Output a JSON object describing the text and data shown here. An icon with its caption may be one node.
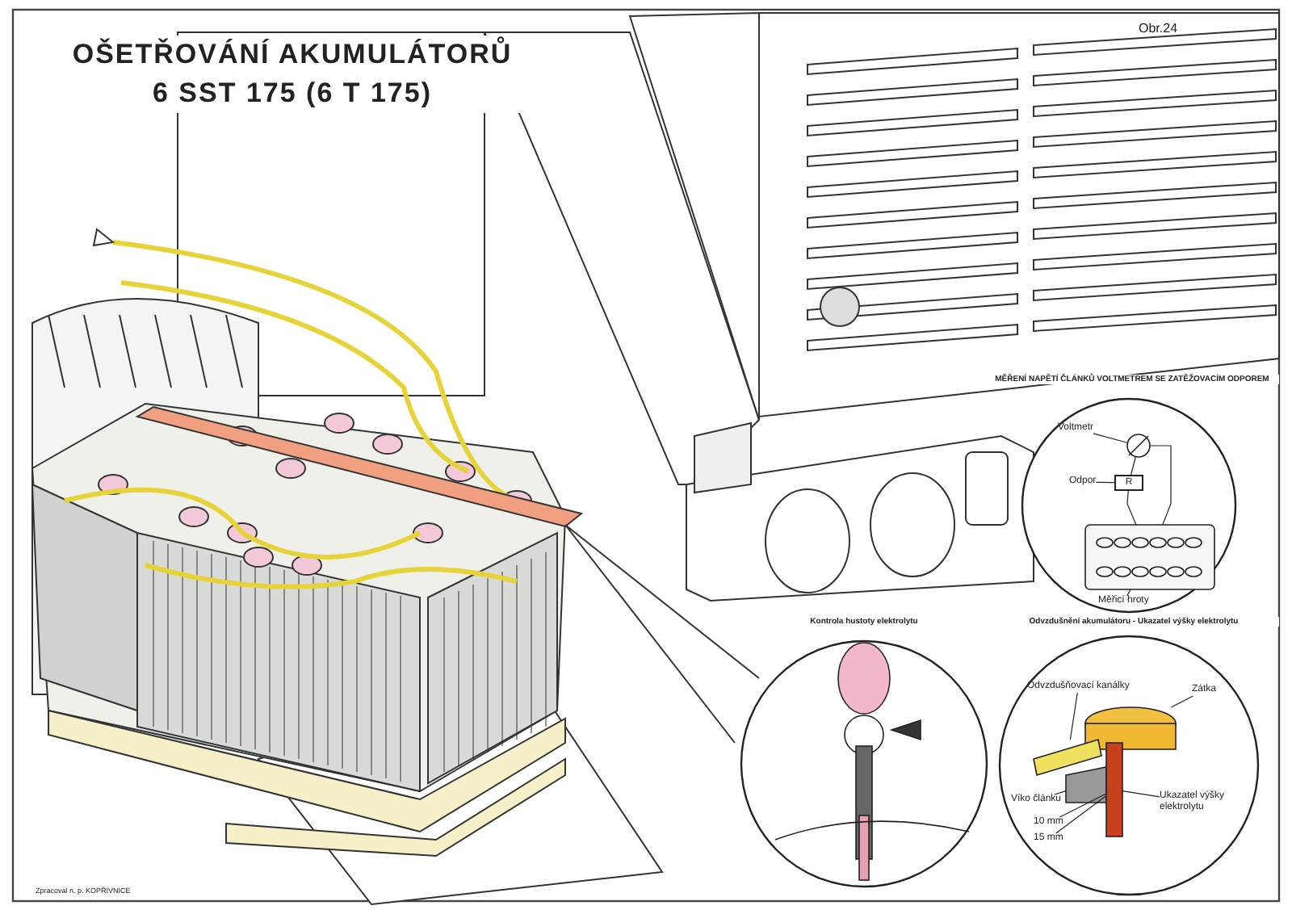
{
  "diagram": {
    "title": "OŠETŘOVÁNÍ AKUMULÁTORŮ 6 SST 175 (6 T 175)",
    "nodes": [
      {
        "text": [
          "MĚŘENÍ NAPĚTÍ ČLÁNKŮ VOLTMETREM SE ZATĚŽOVACÍM ODPOREM"
        ]
      },
      {
        "text": [
          "Voltmetr"
        ],
        "in": 0
      },
      {
        "text": [
          "Odpor"
        ],
        "in": 0
      },
      {
        "text": [
          "R"
        ],
        "in": 0
      },
      {
        "text": [
          "Měřicí hroty"
        ],
        "in": 0
      },
      {
        "text": [
          "Kontrola hustoty elektrolytu"
        ]
      },
      {
        "text": [
          "Odvzdušnění akumulátoru - Ukazatel výšky elektrolytu"
        ]
      },
      {
        "text": [
          "Zátka"
        ],
        "in": 6
      },
      {
        "text": [
          "Odvzdušňovací kanálky"
        ],
        "in": 6
      },
      {
        "text": [
          "Víko článku"
        ],
        "in": 6
      },
      {
        "text": [
          "Ukazatel výšky elektrolytu"
        ],
        "in": 6
      },
      {
        "text": [
          "10 mm"
        ],
        "in": 6
      },
      {
        "text": [
          "15 mm"
        ],
        "in": 6
      },
      {
        "text": [],
        "shape": "circle",
        "in": 0
      },
      {
        "text": [],
        "shape": "picture",
        "in": 0
      },
      {
        "text": [],
        "shape": "cylinder",
        "in": 6
      },
      {
        "text": [],
        "shape": "bar",
        "in": 6
      },
      {
        "text": [],
        "shape": "box",
        "in": 6
      },
      {
        "text": [],
        "shape": "bar",
        "in": 6
      }
    ],
    "edges": [
      {
        "from": 1,
        "to": 13,
        "arrow": "none"
      },
      {
        "from": 2,
        "to": 3,
        "arrow": "none"
      },
      {
        "from": 4,
        "to": 14,
        "arrow": "none"
      },
      {
        "from": 7,
        "to": 15,
        "arrow": "none"
      },
      {
        "from": 8,
        "to": 16,
        "arrow": "none"
      },
      {
        "from": 9,
        "to": 17,
        "arrow": "none"
      },
      {
        "from": 10,
        "to": 18,
        "arrow": "none"
      },
      {
        "from": 11,
        "to": 18,
        "arrow": "none"
      },
      {
        "from": 12,
        "to": 18,
        "arrow": "none"
      },
      {
        "from": 13,
        "to": 3,
        "arrow": "none"
      },
      {
        "from": 3,
        "to": 14,
        "arrow": "none"
      },
      {
        "from": 13,
        "to": 14,
        "arrow": "none"
      }
    ],
    "labels": [
      "Obr.24",
      "Zpracoval n. p. KOPŘIVNICE"
    ]
  }
}
